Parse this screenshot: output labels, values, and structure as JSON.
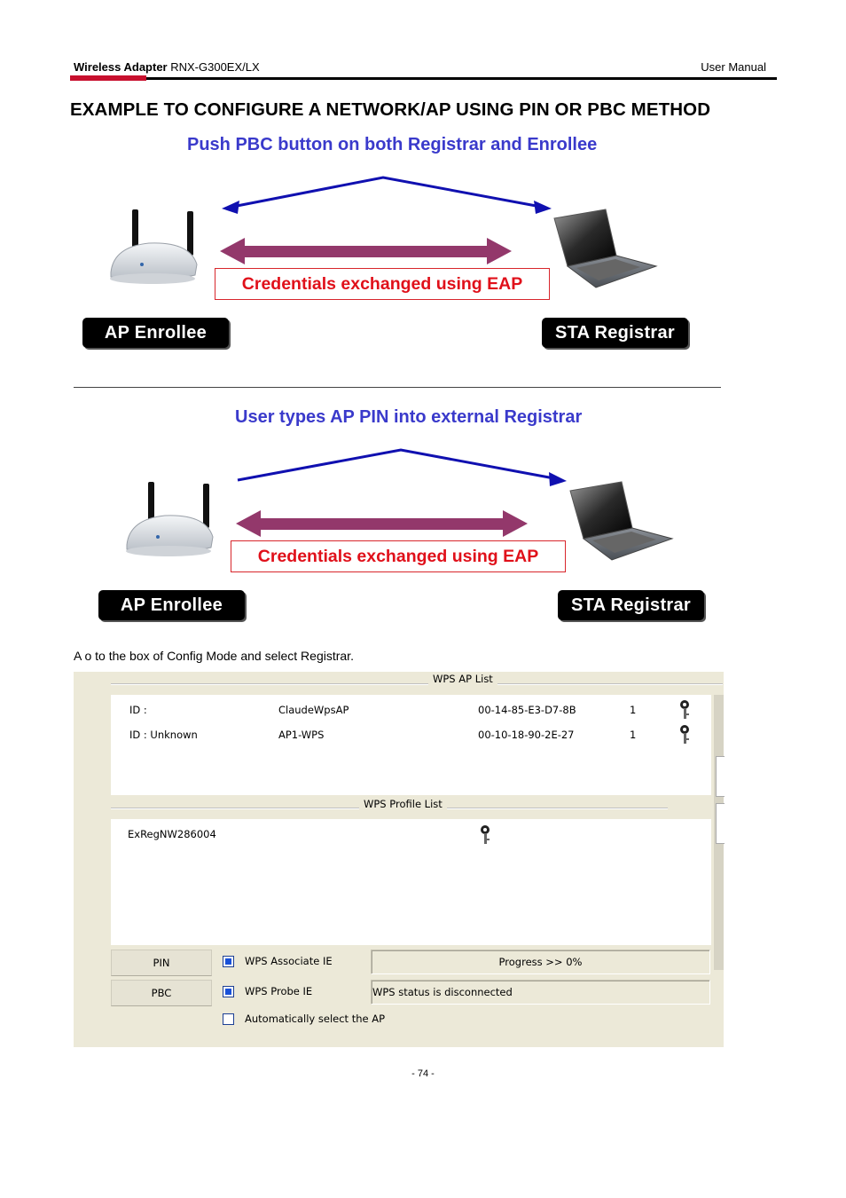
{
  "header": {
    "product_bold": "Wireless Adapter",
    "product_model": " RNX-G300EX/LX",
    "manual": "User Manual"
  },
  "section_title": "EXAMPLE TO CONFIGURE A NETWORK/AP USING PIN OR PBC METHOD",
  "diagram1": {
    "title": "Push PBC button on both Registrar and Enrollee",
    "credentials": "Credentials exchanged using EAP",
    "left_role": "AP Enrollee",
    "right_role": "STA Registrar"
  },
  "diagram2": {
    "title": "User types AP PIN into external Registrar",
    "credentials": "Credentials exchanged using EAP",
    "left_role": "AP Enrollee",
    "right_role": "STA Registrar"
  },
  "caption": "A o to the box of Config Mode and select Registrar.",
  "wps": {
    "ap_list_label": "WPS AP List",
    "ap_rows": [
      {
        "id": "ID :",
        "ssid": "ClaudeWpsAP",
        "mac": "00-14-85-E3-D7-8B",
        "channel": "1"
      },
      {
        "id": "ID : Unknown",
        "ssid": "AP1-WPS",
        "mac": "00-10-18-90-2E-27",
        "channel": "1"
      }
    ],
    "profile_list_label": "WPS Profile List",
    "profiles": [
      "ExRegNW286004"
    ],
    "pin_button": "PIN",
    "pbc_button": "PBC",
    "associate_ie": "WPS Associate IE",
    "probe_ie": "WPS Probe IE",
    "auto_select": "Automatically select the AP",
    "progress": "Progress >> 0%",
    "status": "WPS status is disconnected",
    "associate_ie_checked": true,
    "probe_ie_checked": true,
    "auto_select_checked": false
  },
  "page_number": "- 74 -",
  "colors": {
    "accent_red": "#c8102e",
    "diagram_title_blue": "#3a3acb",
    "credentials_red": "#e0101a",
    "arrow_blue": "#1010b0",
    "arrow_purple": "#93386b"
  }
}
